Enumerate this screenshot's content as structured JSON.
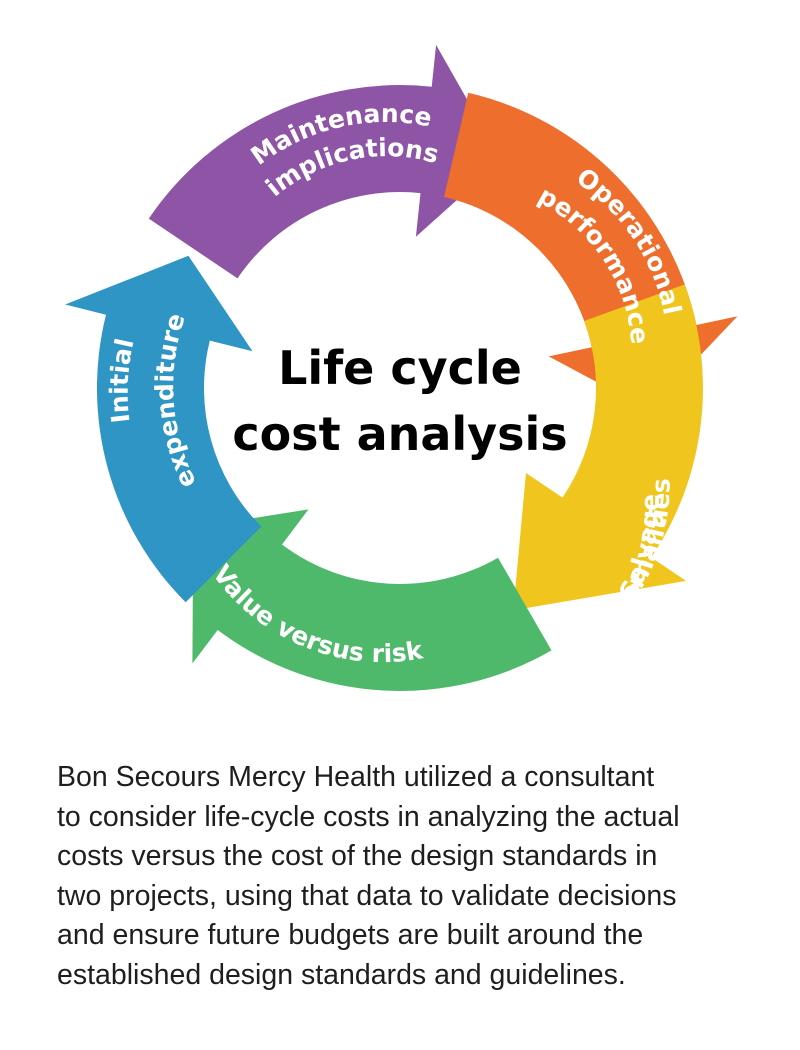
{
  "diagram": {
    "center_title": [
      "Life cycle",
      "cost analysis"
    ],
    "segments": [
      {
        "id": "maintenance",
        "lines": [
          "Maintenance",
          "implications"
        ],
        "color": "#8e55a6"
      },
      {
        "id": "operational",
        "lines": [
          "Operational",
          "performance"
        ],
        "color": "#ee6e2d"
      },
      {
        "id": "salvage",
        "lines": [
          "Salvage",
          "externalities"
        ],
        "color": "#f0c51e"
      },
      {
        "id": "value",
        "lines": [
          "Value versus risk"
        ],
        "color": "#4fb96b"
      },
      {
        "id": "initial",
        "lines": [
          "Initial",
          "expenditure"
        ],
        "color": "#2f95c4"
      }
    ]
  },
  "caption": {
    "lines": [
      "Bon Secours Mercy Health utilized a consultant",
      "to consider life-cycle costs in analyzing the actual",
      "costs versus the cost of the design standards in",
      "two projects, using that data to validate decisions",
      "and ensure future budgets are built around the",
      "established design standards and guidelines."
    ]
  }
}
